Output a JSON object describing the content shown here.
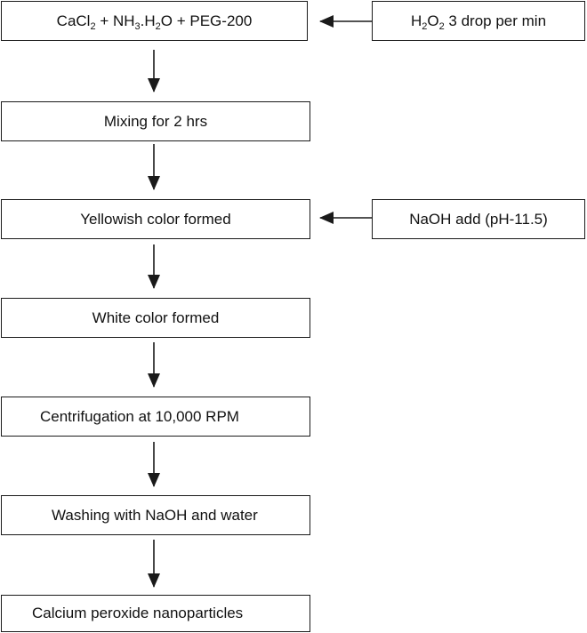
{
  "steps": [
    {
      "id": "s1",
      "parts": {
        "a": "CaCl",
        "a_sub": "2",
        "b": " + NH",
        "b_sub": "3",
        "c": ".H",
        "c_sub": "2",
        "d": "O + PEG-200"
      }
    },
    {
      "id": "s2",
      "label": "Mixing for 2 hrs"
    },
    {
      "id": "s3",
      "label": "Yellowish color formed"
    },
    {
      "id": "s4",
      "label": "White color formed"
    },
    {
      "id": "s5",
      "label": "Centrifugation at 10,000 RPM"
    },
    {
      "id": "s6",
      "label": "Washing with NaOH and water"
    },
    {
      "id": "s7",
      "label": "Calcium peroxide nanoparticles"
    }
  ],
  "inputs": {
    "h2o2": {
      "a": "H",
      "a_sub": "2",
      "b": "O",
      "b_sub": "2",
      "c": " 3 drop per min"
    },
    "naoh": {
      "label": "NaOH add (pH-11.5)"
    }
  }
}
